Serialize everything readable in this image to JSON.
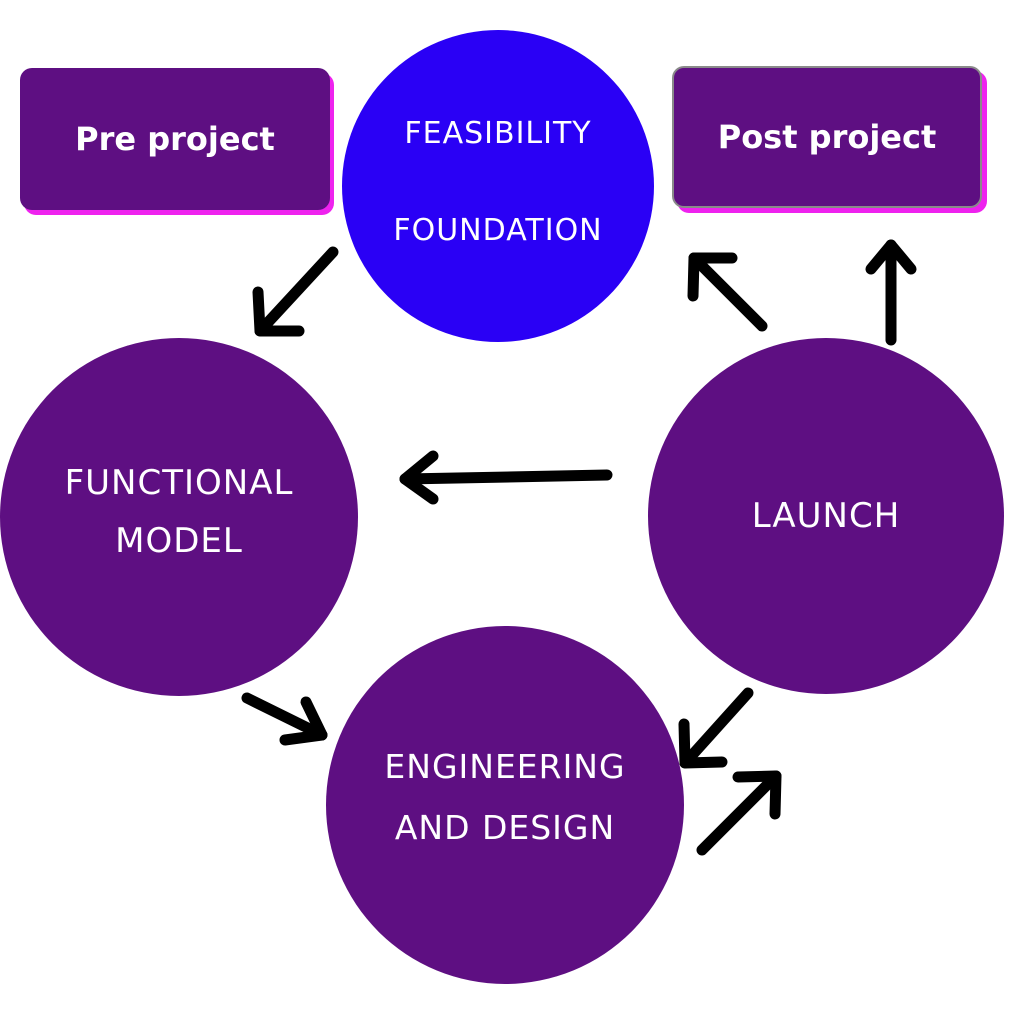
{
  "colors": {
    "node": "#5e0f82",
    "feasibility": "#2a00f5",
    "shadow": "#ee22ee",
    "arrow": "#000000",
    "text": "#ffffff"
  },
  "boxes": {
    "pre_project": "Pre project",
    "post_project": "Post project"
  },
  "nodes": {
    "feasibility": {
      "line1": "FEASIBILITY",
      "line2": "FOUNDATION"
    },
    "functional": {
      "line1": "FUNCTIONAL",
      "line2": "MODEL"
    },
    "launch": {
      "line1": "LAUNCH"
    },
    "engineering": {
      "line1": "ENGINEERING",
      "line2": "AND DESIGN"
    }
  }
}
